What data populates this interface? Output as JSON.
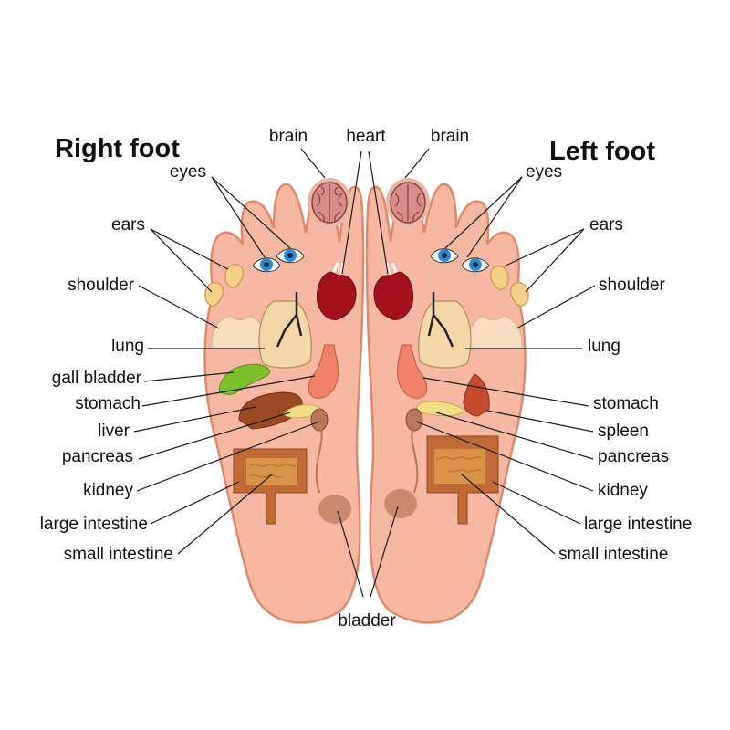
{
  "titles": {
    "right_foot": "Right foot",
    "left_foot": "Left foot"
  },
  "labels": {
    "brain": "brain",
    "heart": "heart",
    "eyes": "eyes",
    "ears": "ears",
    "shoulder": "shoulder",
    "lung": "lung",
    "gall_bladder": "gall bladder",
    "stomach": "stomach",
    "liver": "liver",
    "spleen": "spleen",
    "pancreas": "pancreas",
    "kidney": "kidney",
    "large_intestine": "large intestine",
    "small_intestine": "small intestine",
    "bladder": "bladder"
  },
  "colors": {
    "skin": "#f6b8a2",
    "skin_outline": "#e0886d",
    "brain": "#d98c8c",
    "heart": "#a3111d",
    "eye_iris": "#2a8ad6",
    "lung": "#f3d7a8",
    "gall_bladder": "#7cc02c",
    "stomach": "#f0826b",
    "liver": "#9b4a22",
    "spleen": "#c44c2c",
    "pancreas": "#f5dd86",
    "kidney": "#b8765a",
    "intestine": "#c06a38",
    "bladder": "#c98a6e"
  },
  "icons": [
    "brain-icon",
    "heart-icon",
    "eye-icon",
    "ear-icon",
    "shoulder-icon",
    "lung-icon",
    "gall-bladder-icon",
    "stomach-icon",
    "liver-icon",
    "spleen-icon",
    "pancreas-icon",
    "kidney-icon",
    "intestine-icon",
    "bladder-icon"
  ]
}
